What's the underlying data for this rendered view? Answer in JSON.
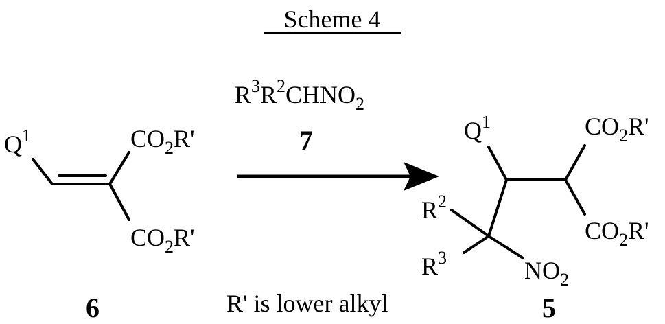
{
  "scheme_title": "Scheme 4",
  "reactant": {
    "q_label": "Q",
    "q_sup": "1",
    "ester_top": {
      "a": "CO",
      "sub": "2",
      "b": "R'"
    },
    "ester_bottom": {
      "a": "CO",
      "sub": "2",
      "b": "R'"
    },
    "number": "6"
  },
  "reagent": {
    "r3": "R",
    "r3_sup": "3",
    "r2": "R",
    "r2_sup": "2",
    "chno": "CHNO",
    "chno_sub": "2",
    "number": "7"
  },
  "product": {
    "q_label": "Q",
    "q_sup": "1",
    "ester_top": {
      "a": "CO",
      "sub": "2",
      "b": "R'"
    },
    "ester_bottom": {
      "a": "CO",
      "sub": "2",
      "b": "R'"
    },
    "r2_label": "R",
    "r2_sup": "2",
    "r3_label": "R",
    "r3_sup": "3",
    "no2": {
      "a": "NO",
      "sub": "2"
    },
    "number": "5"
  },
  "footnote": "R' is lower alkyl"
}
